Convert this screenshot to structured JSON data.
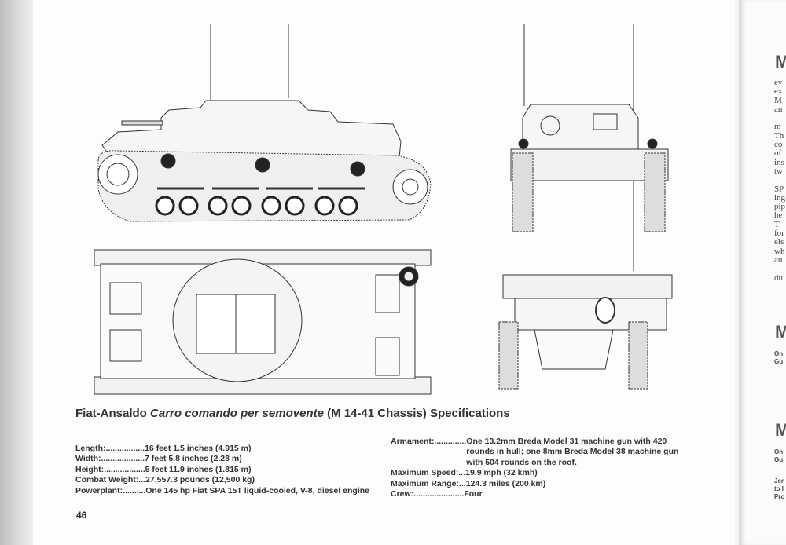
{
  "page_number": "46",
  "spec_title_prefix": "Fiat-Ansaldo ",
  "spec_title_italic": "Carro comando per semovente",
  "spec_title_suffix": " (M 14-41 Chassis) Specifications",
  "specs_left": [
    {
      "label": "Length:.................",
      "value": "16 feet 1.5 inches (4.915 m)"
    },
    {
      "label": "Width:...................",
      "value": "7 feet 5.8 inches (2.28 m)"
    },
    {
      "label": "Height:..................",
      "value": "5 feet 11.9 inches (1.815 m)"
    },
    {
      "label": "Combat Weight:...",
      "value": "27,557.3 pounds (12,500 kg)"
    },
    {
      "label": "Powerplant:..........",
      "value": "One 145 hp Fiat SPA 15T liquid-cooled, V-8, diesel engine"
    }
  ],
  "specs_right": [
    {
      "label": "Armament:..............",
      "value": "One 13.2mm Breda Model 31 machine gun with 420 rounds in hull; one 8mm Breda Model 38 machine gun with 504 rounds on the roof."
    },
    {
      "label": "Maximum Speed:...",
      "value": "19.9 mph (32 kmh)"
    },
    {
      "label": "Maximum Range:...",
      "value": "124.3 miles (200 km)"
    },
    {
      "label": "Crew:......................",
      "value": "Four"
    }
  ],
  "facing_page": {
    "heading_1": "M",
    "body_lines": [
      "ev",
      "ex",
      "M",
      "an",
      "",
      "m",
      "Th",
      "co",
      "of",
      "ins",
      "tw",
      "",
      "SP",
      "ing",
      "pip",
      "he",
      "T",
      "for",
      "els",
      "wh",
      "au",
      "",
      "du"
    ],
    "heading_2": "M",
    "sub_2": "On\nGu",
    "heading_3": "M",
    "sub_3": "On\nGu",
    "caption": "Jer\nto l\nPro"
  }
}
